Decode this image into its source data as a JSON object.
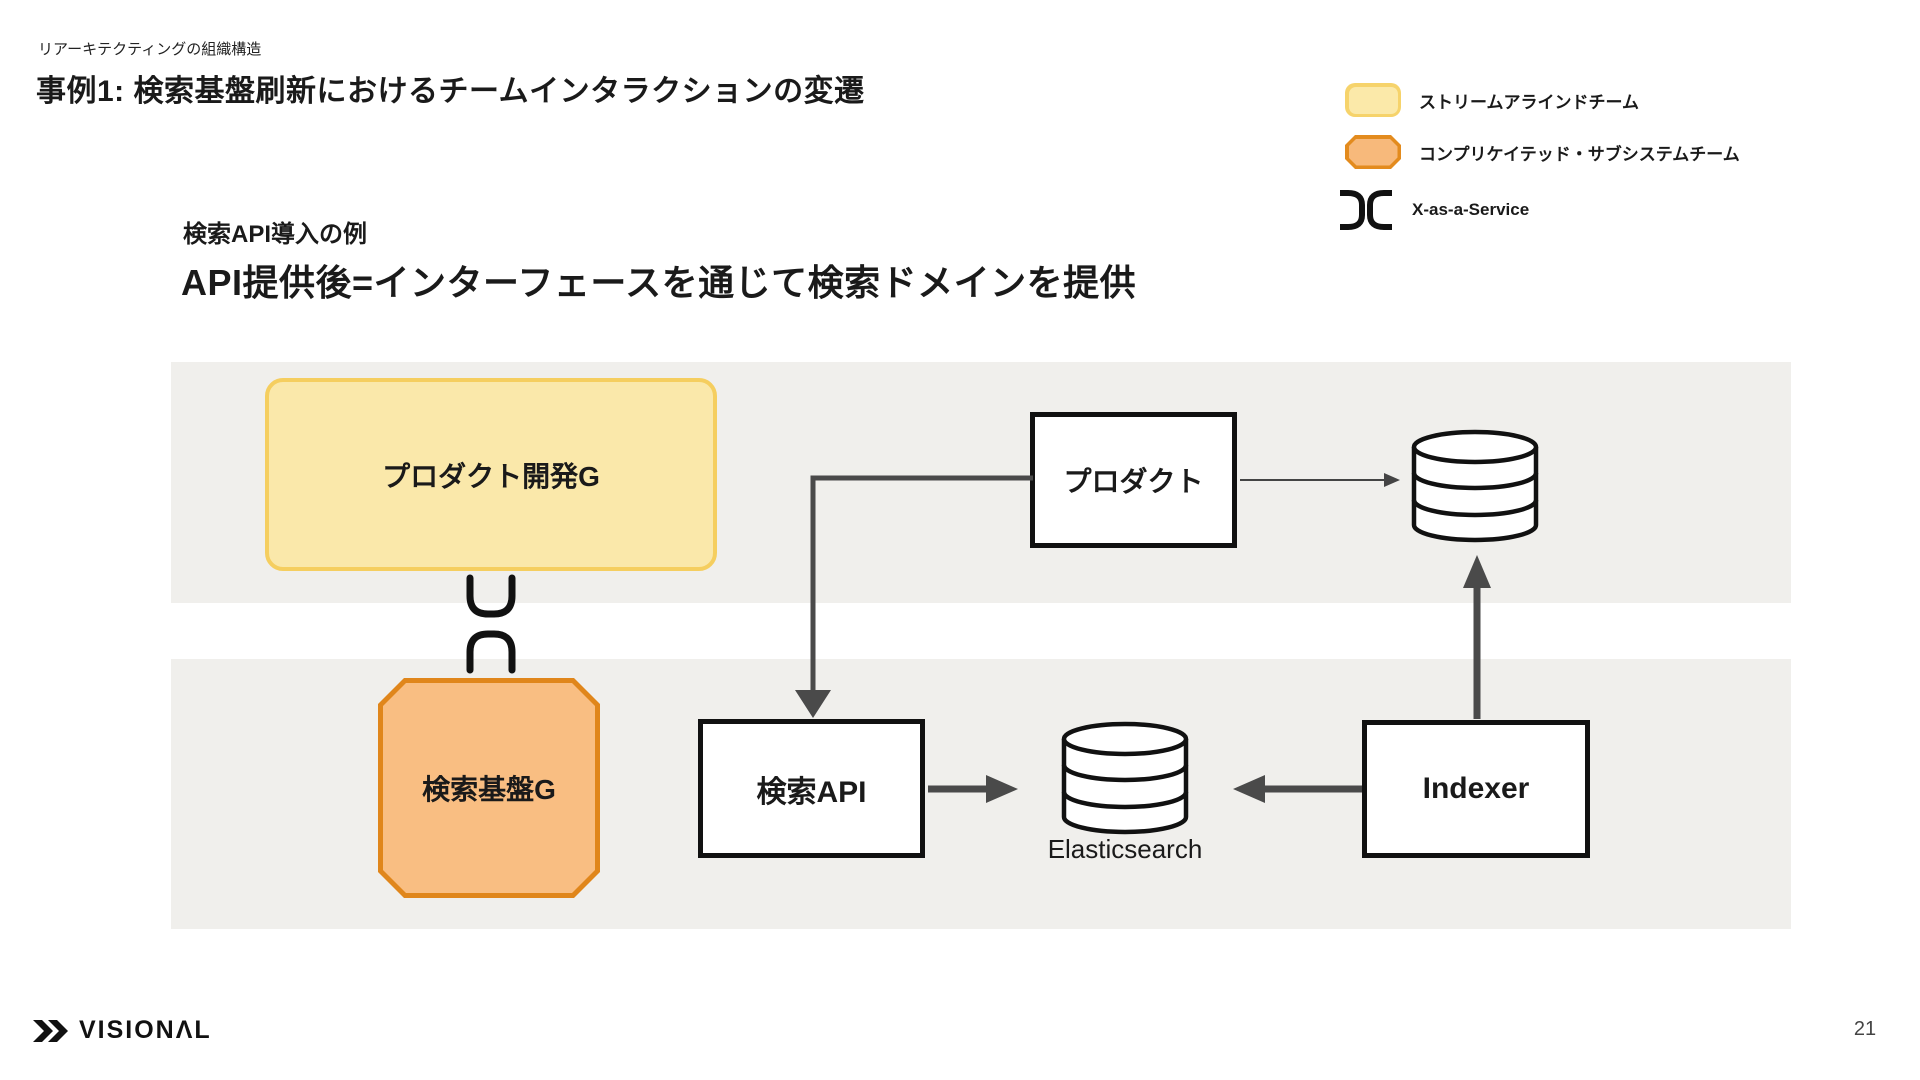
{
  "slide": {
    "eyebrow": "リアーキテクティングの組織構造",
    "title": "事例1: 検索基盤刷新におけるチームインタラクションの変遷",
    "subtitle": "検索API導入の例",
    "heading": "API提供後=インターフェースを通じて検索ドメインを提供",
    "page_number": "21"
  },
  "legend": {
    "items": [
      {
        "label": "ストリームアラインドチーム",
        "type": "stream-aligned-team",
        "fill": "#FBE9A9",
        "border": "#F5CE5F"
      },
      {
        "label": "コンプリケイテッド・サブシステムチーム",
        "type": "complicated-subsystem-team",
        "fill": "#F7B97B",
        "border": "#E38B1E"
      },
      {
        "label": "X-as-a-Service",
        "type": "x-as-a-service",
        "color": "#111111"
      }
    ]
  },
  "diagram": {
    "teams": [
      {
        "label": "プロダクト開発G",
        "kind": "stream-aligned"
      },
      {
        "label": "検索基盤G",
        "kind": "complicated-subsystem"
      }
    ],
    "systems": [
      {
        "label": "プロダクト"
      },
      {
        "label": "検索API"
      },
      {
        "label": "Indexer"
      },
      {
        "label": "Elasticsearch",
        "icon": "database"
      }
    ],
    "interaction": "X-as-a-Service",
    "arrows": [
      "product -> search-api",
      "product -> product-db",
      "search-api -> elasticsearch",
      "indexer -> elasticsearch",
      "indexer -> product-db"
    ],
    "colors": {
      "arrow": "#4a4a4a",
      "band": "#f0efec",
      "box_border": "#111111"
    }
  },
  "footer": {
    "logo_text": "VISIONΛL"
  }
}
